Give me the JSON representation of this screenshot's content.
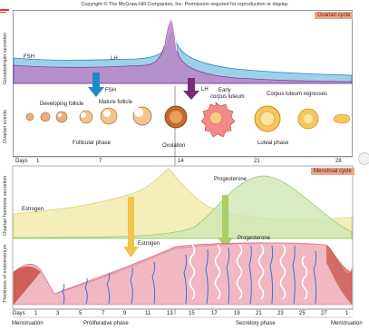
{
  "header": {
    "copyright": "Copyright © The McGraw-Hill Companies, Inc. Permission required for reproduction or display"
  },
  "ovarian": {
    "badge": "Ovarian cycle",
    "axis_gonadotropin": "Gonadotropin secretion",
    "axis_events": "Ovarian events",
    "fsh_left": "FSH",
    "lh": "LH",
    "fsh_arrow": "FSH",
    "lh_arrow": "LH",
    "developing_follicle": "Developing follicle",
    "mature_follicle": "Mature follicle",
    "early_corpus_luteum_1": "Early",
    "early_corpus_luteum_2": "corpus luteum",
    "corpus_luteum_regresses": "Corpus luteum regresses",
    "follicular_phase": "Follicular phase",
    "ovulation": "Ovulation",
    "luteal_phase": "Luteal phase"
  },
  "days_top": {
    "label": "Days",
    "ticks": [
      "1",
      "7",
      "14",
      "21",
      "28"
    ]
  },
  "menstrual": {
    "badge": "Menstrual cycle",
    "axis_hormone": "Ovarian hormone secretion",
    "axis_endometrium": "Thickness of endometrium",
    "estrogen_curve": "Estrogen",
    "progesterone_curve": "Progesterone",
    "estrogen_arrow": "Estrogen",
    "progesterone_arrow": "Progesterone"
  },
  "days_bottom": {
    "label": "Days",
    "ticks": [
      "1",
      "3",
      "5",
      "7",
      "9",
      "11",
      "13",
      "15",
      "17",
      "19",
      "21",
      "23",
      "25",
      "27",
      "1"
    ]
  },
  "phases_bottom": {
    "menstruation_left": "Menstruation",
    "proliferative": "Proliferative phase",
    "secretory": "Secretory phase",
    "menstruation_right": "Menstruation"
  },
  "colors": {
    "fsh": "#1d8cc6",
    "lh": "#7a2a78",
    "estrogen_fill": "#f3ecb0",
    "progesterone_fill": "#cfe7b5",
    "blue_fill": "#9fd0ea",
    "purple_fill": "#b985c6",
    "badge": "#e9a58c",
    "endometrium": "#f0b8c3"
  }
}
